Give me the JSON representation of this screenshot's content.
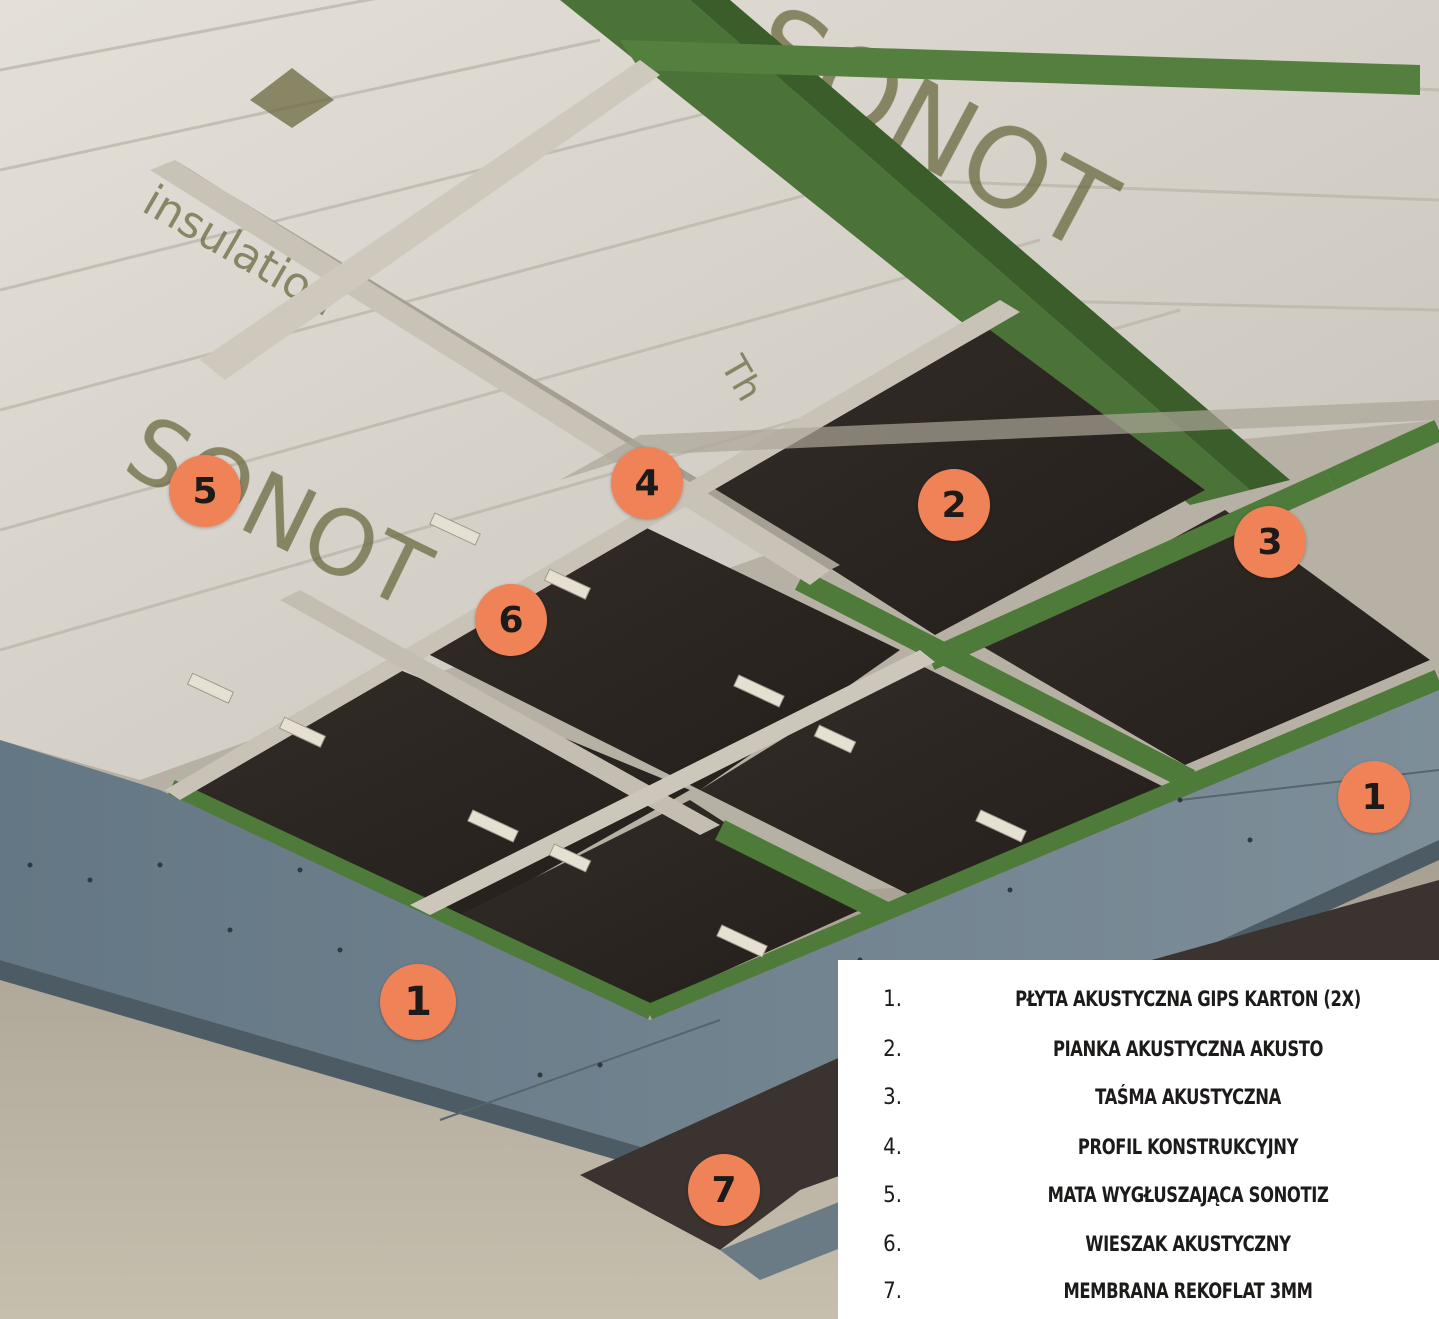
{
  "background_print": {
    "brand_large": "SONOT",
    "brand_secondary": "SONOT",
    "tagline_fragment": "insulation",
    "small_fragment": "Th"
  },
  "markers": [
    {
      "id": "m5",
      "number": "5"
    },
    {
      "id": "m4",
      "number": "4"
    },
    {
      "id": "m2",
      "number": "2"
    },
    {
      "id": "m3",
      "number": "3"
    },
    {
      "id": "m6",
      "number": "6"
    },
    {
      "id": "m1a",
      "number": "1"
    },
    {
      "id": "m1b",
      "number": "1"
    },
    {
      "id": "m7",
      "number": "7"
    }
  ],
  "legend": {
    "items": [
      {
        "number": "1.",
        "label": "PŁYTA AKUSTYCZNA GIPS KARTON (2X)"
      },
      {
        "number": "2.",
        "label": "PIANKA AKUSTYCZNA AKUSTO"
      },
      {
        "number": "3.",
        "label": "TAŚMA AKUSTYCZNA"
      },
      {
        "number": "4.",
        "label": "PROFIL KONSTRUKCYJNY"
      },
      {
        "number": "5.",
        "label": "MATA WYGŁUSZAJĄCA SONOTIZ"
      },
      {
        "number": "6.",
        "label": "WIESZAK AKUSTYCZNY"
      },
      {
        "number": "7.",
        "label": "MEMBRANA REKOFLAT 3MM"
      }
    ]
  },
  "colors": {
    "marker_fill": "#f08257",
    "acoustic_tape_green": "#4e7a3a",
    "foam_dark": "#2c2622",
    "plasterboard_blue": "#6e808c",
    "insulation_mat": "#d6d2cb",
    "wall": "#b9b1a2"
  }
}
